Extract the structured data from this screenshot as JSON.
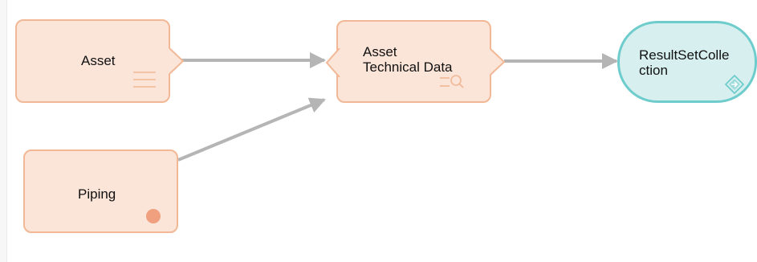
{
  "nodes": {
    "asset": {
      "label": "Asset",
      "icon": "list-icon"
    },
    "technical_data": {
      "label_line1": "Asset",
      "label_line2": "Technical Data",
      "icon": "query-search-icon"
    },
    "result": {
      "label_line1": "ResultSetColle",
      "label_line2": "ction",
      "icon": "diamond-arrow-icon"
    },
    "piping": {
      "label": "Piping",
      "icon": "dot-icon"
    }
  },
  "colors": {
    "node_fill": "#fbe4d8",
    "node_border": "#f2b896",
    "result_fill": "#d7efef",
    "result_border": "#6fcccc",
    "edge": "#b5b5b5",
    "dot": "#f0a07e"
  }
}
